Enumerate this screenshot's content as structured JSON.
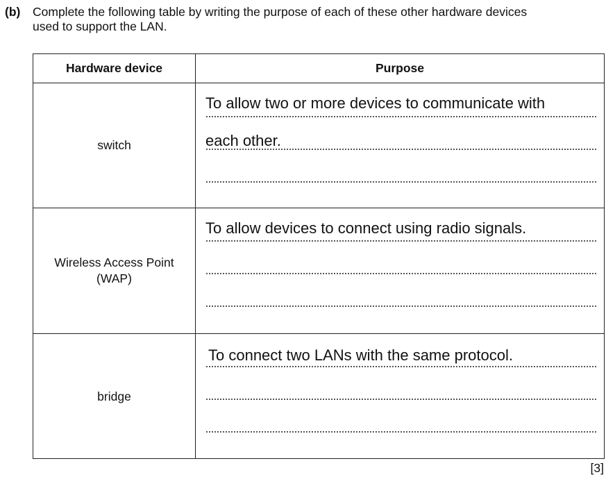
{
  "question": {
    "label": "(b)",
    "text_lines": [
      "Complete the following table by writing the purpose of each of these other hardware devices",
      "used to support the LAN."
    ]
  },
  "table": {
    "headers": {
      "device": "Hardware device",
      "purpose": "Purpose"
    },
    "rows": [
      {
        "device_lines": [
          "switch"
        ],
        "answer_lines": [
          "To allow two or more devices to communicate with",
          "each other.",
          ""
        ]
      },
      {
        "device_lines": [
          "Wireless Access Point",
          "(WAP)"
        ],
        "answer_lines": [
          "To allow devices to connect using radio signals.",
          "",
          ""
        ]
      },
      {
        "device_lines": [
          "bridge"
        ],
        "answer_lines": [
          "To connect two LANs with the same protocol.",
          "",
          ""
        ]
      }
    ]
  },
  "marks": "[3]"
}
